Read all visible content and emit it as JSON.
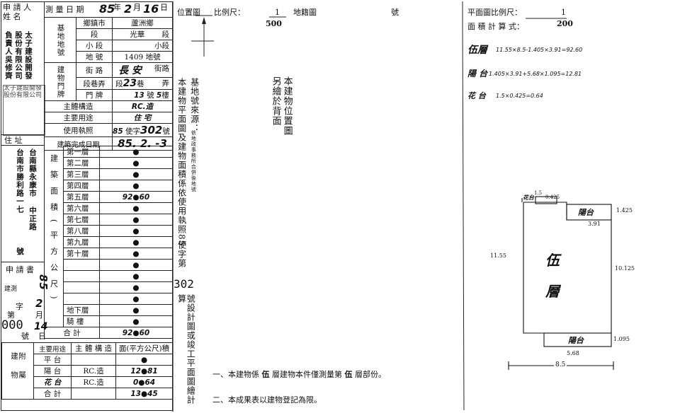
{
  "applicant": {
    "label_top": "申 請 人",
    "label_bot": "姓    名",
    "name_lines": [
      "太子建設開發",
      "股份有限公司",
      "負責人吳修齊"
    ],
    "address_label": "住    址",
    "address_lines": [
      "台南縣永康市",
      "中正路",
      "台南市勝利路一七",
      "號"
    ]
  },
  "survey_date": {
    "label": "測 量 日 期",
    "year": "85",
    "year_unit": "年",
    "month": "2",
    "month_unit": "月",
    "day": "16",
    "day_unit": "日"
  },
  "base_lot": {
    "group_label": "基地地號",
    "town_label": "鄉鎮市",
    "town_value": "蘆洲鄉",
    "section_label": "段",
    "section_value": "光華",
    "section_unit": "段",
    "subsection_label": "小  段",
    "subsection_unit": "小段",
    "lot_label": "地  號",
    "lot_value": "1409",
    "lot_unit": "地號"
  },
  "building_door": {
    "group_label": "建物門牌",
    "road_label": "街  路",
    "road_value": "長 安",
    "road_unit": "街路",
    "alley_label": "段巷弄",
    "alley_value": "23",
    "alley_unit": "巷",
    "alley_suffix": "弄",
    "number_label": "門  牌",
    "number_value": "13",
    "number_unit": "號",
    "floor_value": "5",
    "floor_unit": "樓"
  },
  "structure": {
    "label": "主體構造",
    "value": "RC.造"
  },
  "usage": {
    "label": "主要用途",
    "value": "住 宅"
  },
  "license": {
    "label": "使用執照",
    "prefix": "85",
    "mid": "使字",
    "number": "302",
    "unit": "號"
  },
  "completion": {
    "label": "建築完成日期",
    "value": "85. 2. -3"
  },
  "floor_area": {
    "group_label": "建築面積(平方公尺)",
    "floors": [
      {
        "name": "第一層",
        "value": "●"
      },
      {
        "name": "第二層",
        "value": "●"
      },
      {
        "name": "第三層",
        "value": "●"
      },
      {
        "name": "第四層",
        "value": "●"
      },
      {
        "name": "第五層",
        "value": "92●60"
      },
      {
        "name": "第六層",
        "value": "●"
      },
      {
        "name": "第七層",
        "value": "●"
      },
      {
        "name": "第八層",
        "value": "●"
      },
      {
        "name": "第九層",
        "value": "●"
      },
      {
        "name": "第十層",
        "value": "●"
      },
      {
        "name": "",
        "value": "●"
      },
      {
        "name": "",
        "value": "●"
      },
      {
        "name": "",
        "value": "●"
      },
      {
        "name": "",
        "value": "●"
      },
      {
        "name": "地下層",
        "value": "●"
      },
      {
        "name": "騎    樓",
        "value": "●"
      }
    ],
    "total_label": "合      計",
    "total_value": "92●60"
  },
  "application": {
    "label": "申 請 書",
    "prefix": "85",
    "mid": "建測",
    "zi": "字",
    "di": "第",
    "month": "2",
    "month_unit": "月",
    "day": "14",
    "day_unit": "日",
    "number": "000",
    "hao": "號"
  },
  "attached": {
    "group_label": "附屬建物",
    "col_use": "主要用途",
    "col_struct": "主 體 構 造",
    "col_area": "面(平方公尺)積",
    "rows": [
      {
        "use": "平    台",
        "struct": "",
        "area": "●"
      },
      {
        "use": "陽    台",
        "struct": "RC.造",
        "area": "12●81"
      },
      {
        "use": "花    台",
        "struct": "RC.造",
        "area": "0●64"
      },
      {
        "use": "合    計",
        "struct": "",
        "area": "13●45"
      }
    ]
  },
  "stamp_text": "太子建設開發股份有限公司",
  "middle": {
    "location_label": "位置圖",
    "scale_label": "比例尺：",
    "scale_num": "1",
    "scale_den": "500",
    "cadastral_label": "地籍圖",
    "hao": "號",
    "col_left": "本建物平面圖及建物面積係依使用執照85",
    "col_left_mid": "使字第",
    "col_left_num": "302",
    "col_left_end": "號設計圖或竣工平面圖繪計算",
    "col_base": "基地號來源：",
    "col_base_small": "依地政事務所合併後地號",
    "col_other": [
      "本建物位置圖",
      "另繪於背面"
    ]
  },
  "plan": {
    "scale_label": "平面圖比例尺：",
    "scale_num": "1",
    "scale_den": "200",
    "calc_label": "面 積 計 算 式：",
    "calc_lines": [
      {
        "k": "伍層",
        "v": "11.55×8.5-1.405×3.91=92.60"
      },
      {
        "k": "陽 台",
        "v": "1.405×3.91+5.68×1.095=12.81"
      },
      {
        "k": "花 台",
        "v": "1.5×0.425=0.64"
      }
    ],
    "floor_label": [
      "伍",
      "層"
    ],
    "balcony_top": "陽台",
    "balcony_bottom": "陽台",
    "flower": "花台",
    "dim_left": "11.55",
    "dim_right": "10.125",
    "dim_top_right": "1.425",
    "dim_391": "3.91",
    "dim_568": "5.68",
    "dim_1095": "1.095",
    "dim_15": "1.5",
    "dim_0425": "0.425",
    "dim_85": "8.5"
  },
  "notes": [
    {
      "prefix": "一、本建物係",
      "a": "伍",
      "mid": "層建物本件僅測量第",
      "b": "伍",
      "end": "層部份。"
    },
    {
      "prefix": "二、本成果表以建物登記為限。",
      "a": "",
      "mid": "",
      "b": "",
      "end": ""
    }
  ]
}
